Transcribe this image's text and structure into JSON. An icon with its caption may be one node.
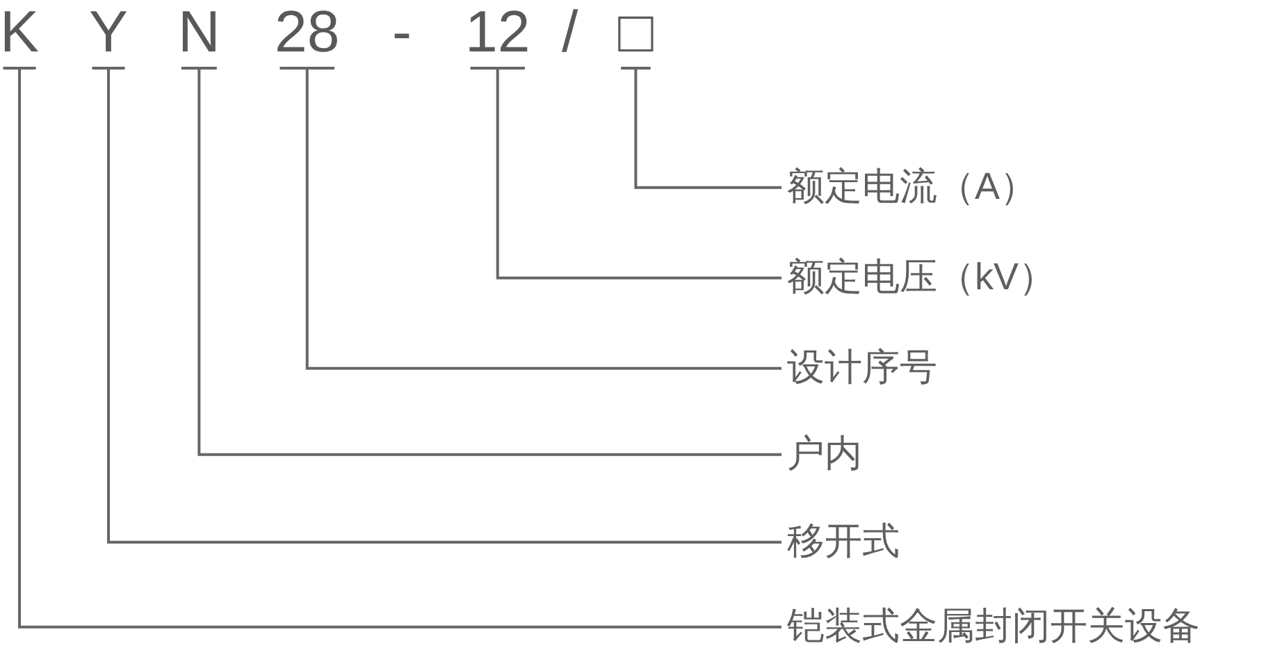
{
  "diagram": {
    "nodes": [
      {
        "text": [
          "K"
        ]
      },
      {
        "text": [
          "Y"
        ]
      },
      {
        "text": [
          "N"
        ]
      },
      {
        "text": [
          "28"
        ]
      },
      {
        "text": [
          "12"
        ]
      },
      {
        "text": [
          "□"
        ]
      },
      {
        "text": [
          "额定电流（A）"
        ]
      },
      {
        "text": [
          "额定电压（kV）"
        ]
      },
      {
        "text": [
          "设计序号"
        ]
      },
      {
        "text": [
          "户内"
        ]
      },
      {
        "text": [
          "移开式"
        ]
      },
      {
        "text": [
          "铠装式金属封闭开关设备"
        ]
      }
    ],
    "edges": [
      {
        "from": 0,
        "to": 11,
        "arrow": "none"
      },
      {
        "from": 1,
        "to": 10,
        "arrow": "none"
      },
      {
        "from": 2,
        "to": 9,
        "arrow": "none"
      },
      {
        "from": 3,
        "to": 8,
        "arrow": "none"
      },
      {
        "from": 4,
        "to": 7,
        "arrow": "none"
      },
      {
        "from": 5,
        "to": 6,
        "arrow": "none"
      }
    ],
    "labels": [
      "-",
      "/"
    ]
  }
}
